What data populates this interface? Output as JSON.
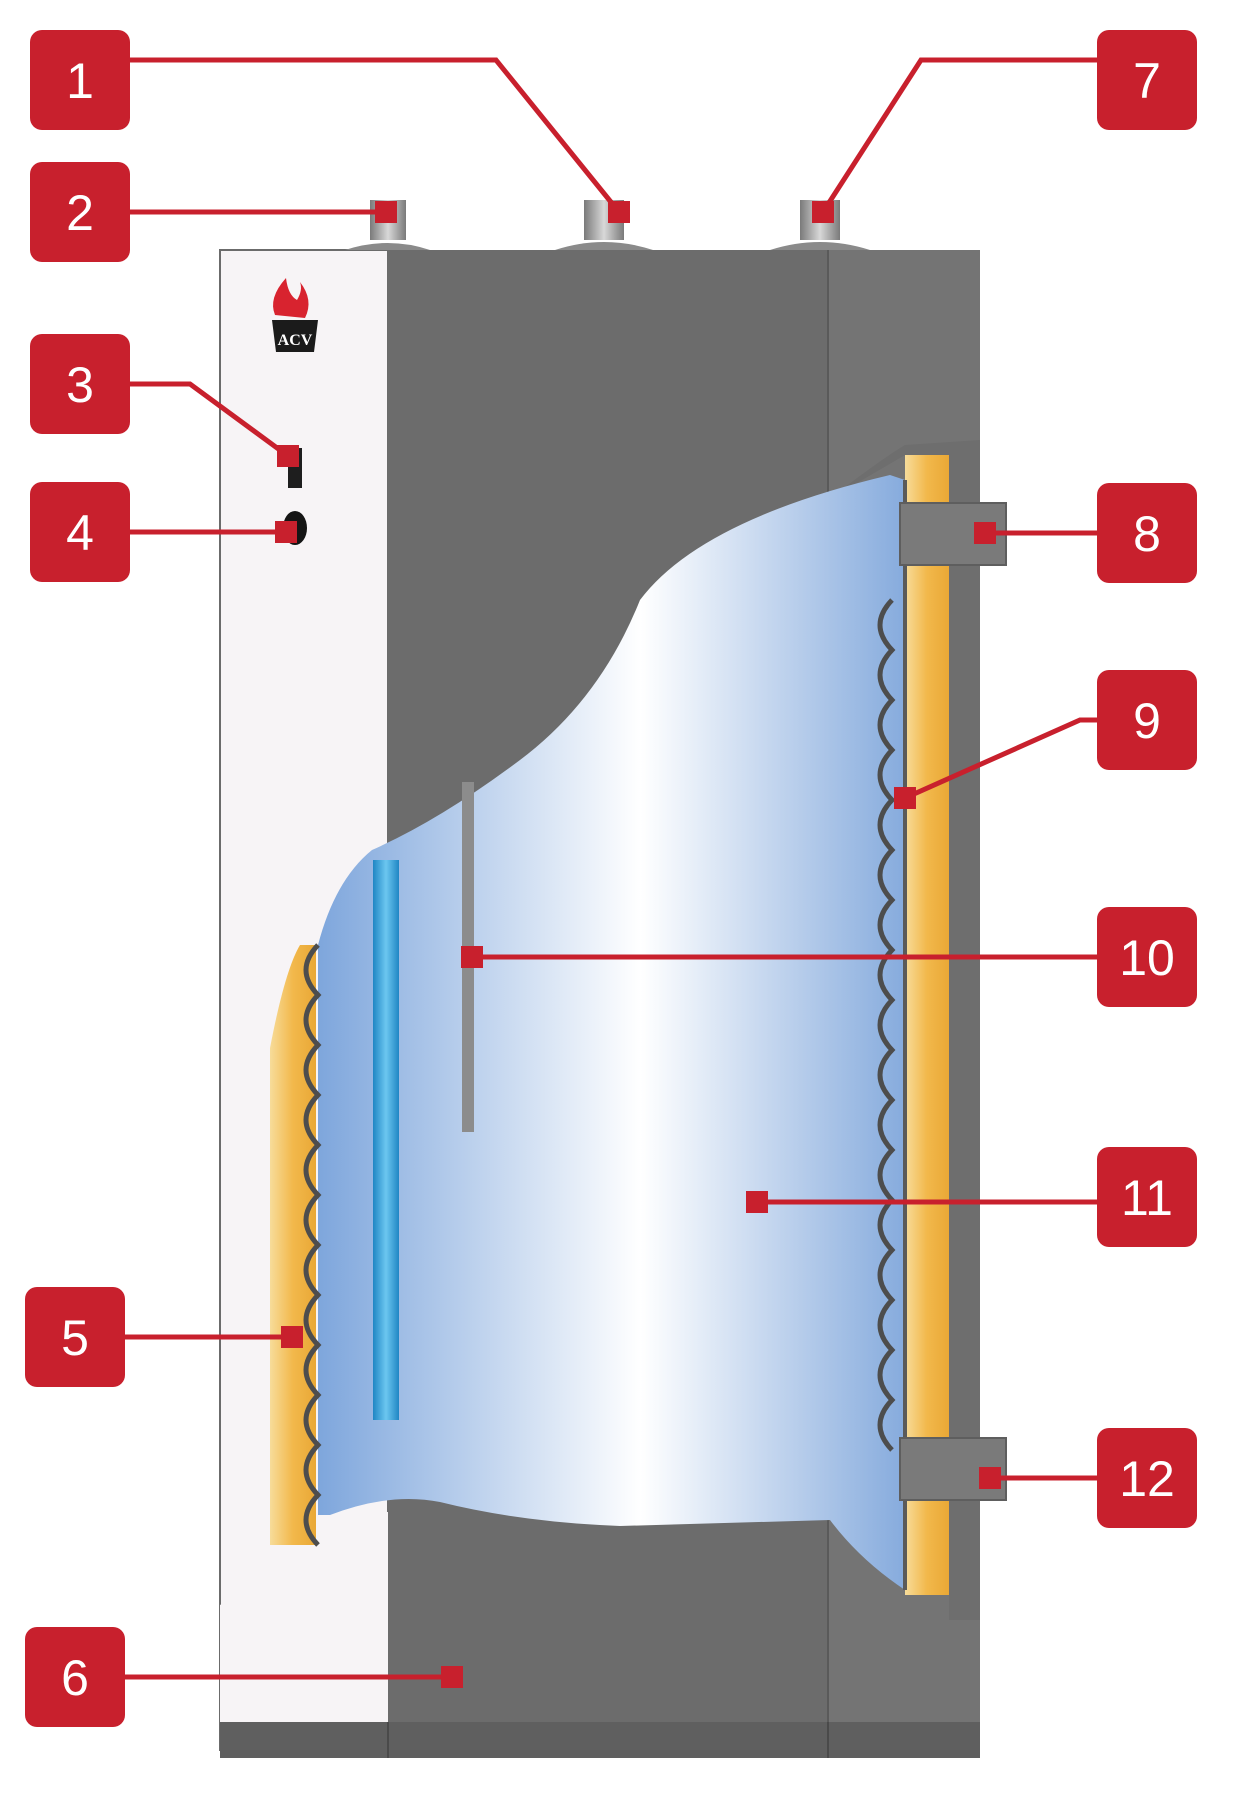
{
  "diagram": {
    "logo_text": "ACV",
    "callouts": [
      {
        "id": "1",
        "label": "1"
      },
      {
        "id": "2",
        "label": "2"
      },
      {
        "id": "3",
        "label": "3"
      },
      {
        "id": "4",
        "label": "4"
      },
      {
        "id": "5",
        "label": "5"
      },
      {
        "id": "6",
        "label": "6"
      },
      {
        "id": "7",
        "label": "7"
      },
      {
        "id": "8",
        "label": "8"
      },
      {
        "id": "9",
        "label": "9"
      },
      {
        "id": "10",
        "label": "10"
      },
      {
        "id": "11",
        "label": "11"
      },
      {
        "id": "12",
        "label": "12"
      }
    ]
  },
  "colors": {
    "callout_red": "#c8202d",
    "casing_dark": "#6b6b6b",
    "casing_white": "#f7f4f6",
    "insulation_yellow": "#f2b84b",
    "tank_blue": "#8fb2e0",
    "tube_blue": "#3aa3d8"
  }
}
